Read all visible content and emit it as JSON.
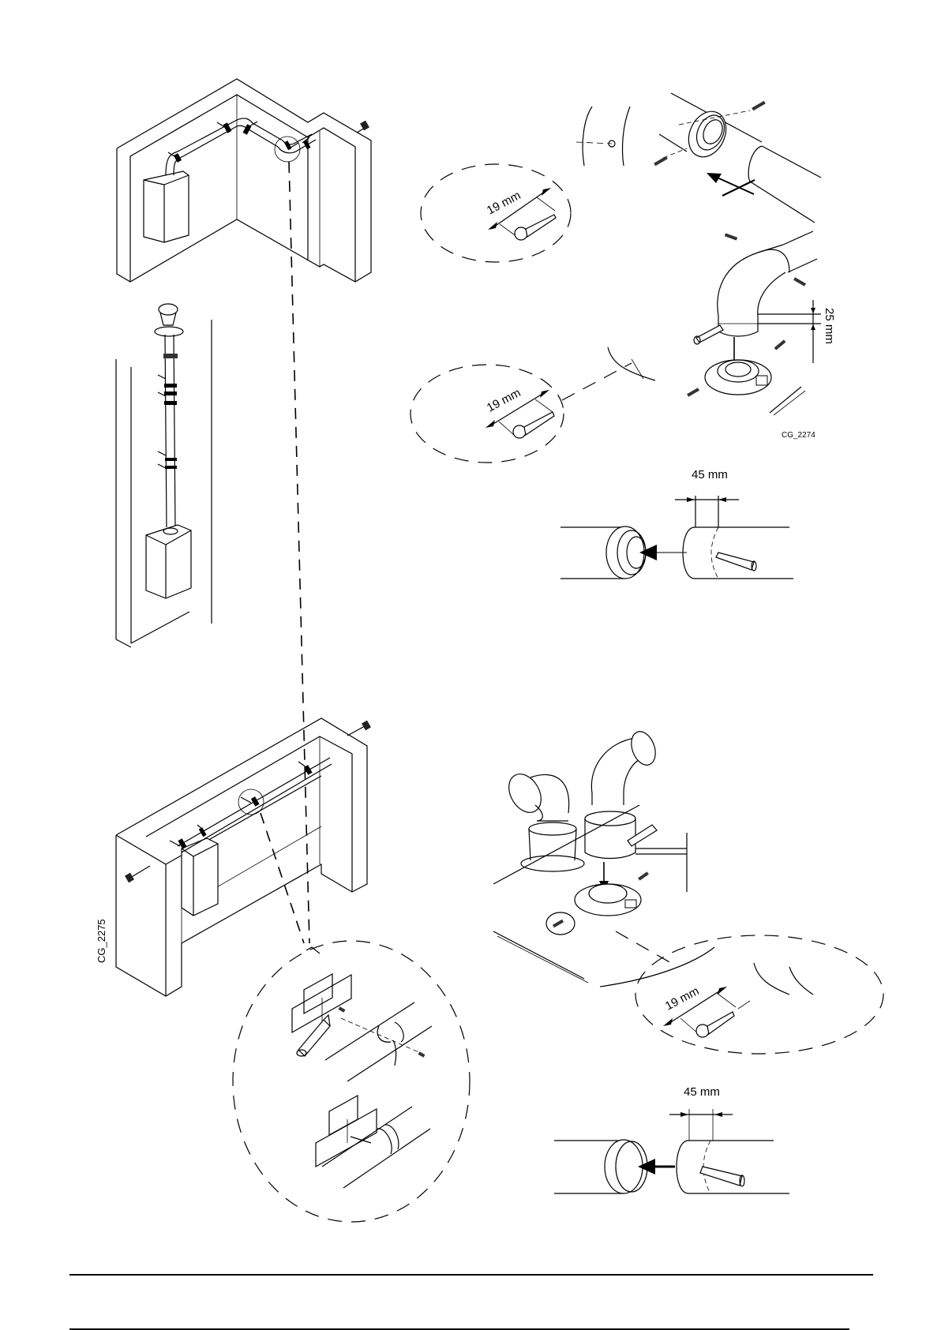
{
  "document": {
    "figure_codes": {
      "top": "CG_2274",
      "bottom": "CG_2275"
    },
    "dimensions": {
      "screw_length_1": "19 mm",
      "screw_length_2": "19 mm",
      "screw_length_3": "19 mm",
      "elbow_mark_offset": "25 mm",
      "pipe_mark_offset_1": "45 mm",
      "pipe_mark_offset_2": "45 mm"
    },
    "callouts": [
      {
        "name": "corner-installation",
        "description": "Boiler with horizontal flue running along corner walls"
      },
      {
        "name": "vertical-installation",
        "description": "Boiler with vertical flue through roof"
      },
      {
        "name": "wall-installation",
        "description": "Boiler with horizontal flue along recessed wall"
      },
      {
        "name": "pipe-bracket-detail",
        "description": "Pipe clamp fixing to brick wall"
      },
      {
        "name": "elbow-fitting-detail",
        "description": "Elbow attached to flue adaptor"
      },
      {
        "name": "extension-joint-detail",
        "description": "Extension pipe joint with pencil mark"
      }
    ]
  }
}
